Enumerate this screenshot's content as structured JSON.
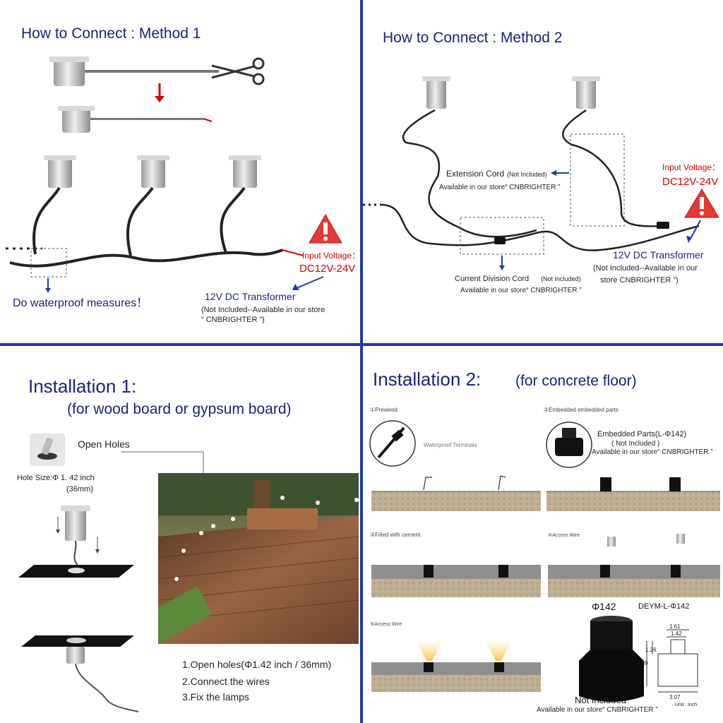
{
  "colors": {
    "divider": "#1f3aa8",
    "heading": "#1a237e",
    "accent_red": "#d50000",
    "arrow_blue": "#1f3aa8",
    "wire": "#222222",
    "lamp_metal": "#c8c8c8",
    "deck_wood": "#8a5a3b",
    "concrete": "#b8a98f",
    "warning_red": "#e53935",
    "light_beam": "#f5c542"
  },
  "method1": {
    "title": "How to Connect : Method 1",
    "waterproof": "Do waterproof measures！",
    "input_label": "Input Voltage：",
    "input_value": "DC12V-24V",
    "transformer": "12V DC Transformer",
    "transformer_note1": "(Not Included--Available in our store",
    "transformer_note2": "“ CNBRIGHTER ”)"
  },
  "method2": {
    "title": "How to Connect : Method 2",
    "extension_cord": "Extension Cord",
    "extension_not_included": "(Not Included)",
    "extension_store": "Available in our store“ CNBRIGHTER ”",
    "input_label": "Input Voltage：",
    "input_value": "DC12V-24V",
    "transformer": "12V DC Transformer",
    "transformer_note1": "(Not Included--Available in our",
    "transformer_note2": "store  CNBRIGHTER ”)",
    "division_cord": "Current Division Cord",
    "division_not_included": "(Not Included)",
    "division_store": "Available in our store“ CNBRIGHTER ”"
  },
  "install1": {
    "title": "Installation 1:",
    "subtitle": "(for wood board or gypsum board)",
    "open_holes": "Open Holes",
    "hole_size": "Hole Size:Φ 1. 42 inch",
    "hole_size_mm": "(36mm)",
    "step1": "1.Open holes(Φ1.42 inch / 36mm)",
    "step2": "2.Connect the wires",
    "step3": "3.Fix the lamps"
  },
  "install2": {
    "title": "Installation 2:",
    "subtitle": "(for concrete floor)",
    "step1": "①Prewired",
    "step2": "②Embedded embedded parts",
    "step3": "③Filled with cement",
    "step4": "④Access Wire",
    "step5": "⑤Access Wire",
    "waterproof_terminals": "Waterproof Terminals",
    "embedded_parts": "Embedded Parts(L-Φ142)",
    "embedded_not_included": "( Not Included )",
    "embedded_store": "Available in our store“ CNBRIGHTER ”",
    "phi_label": "Φ142",
    "model": "DEYM-L-Φ142",
    "dim_top": "1.61",
    "dim_inner": "1.42",
    "dim_h1": "1.26",
    "dim_h2": "3.39",
    "dim_bottom": "3.07",
    "unit": "Unit : inch",
    "not_included": "Not Included",
    "store": "Available in our store“ CNBRIGHTER ”"
  }
}
